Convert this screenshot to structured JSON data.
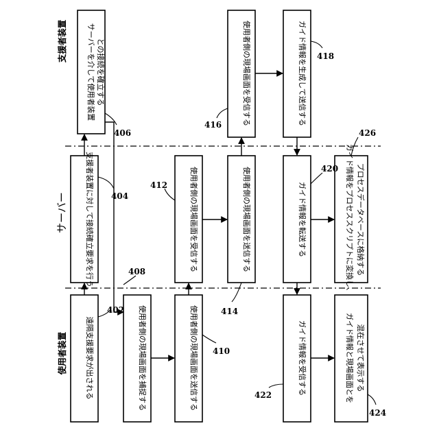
{
  "lanes": {
    "user_device": "使用者装置",
    "server": "サーバー",
    "support_device": "支援者装置"
  },
  "steps": {
    "s402": {
      "ref": "402",
      "line1": "遠隔支援要求が出される",
      "line2": ""
    },
    "s404": {
      "ref": "404",
      "line1": "支援者装置に対して接続確立要求を行う",
      "line2": ""
    },
    "s406": {
      "ref": "406",
      "line1": "サーバーを介して使用者装置",
      "line2": "との接続を確立する"
    },
    "s408": {
      "ref": "408",
      "line1": "使用者側の現場画面を捕捉する",
      "line2": ""
    },
    "s410": {
      "ref": "410",
      "line1": "使用者側の現場画面を送信する",
      "line2": ""
    },
    "s412": {
      "ref": "412",
      "line1": "使用者側の現場画面を受信する",
      "line2": ""
    },
    "s414": {
      "ref": "414",
      "line1": "使用者側の現場画面を送信する",
      "line2": ""
    },
    "s416": {
      "ref": "416",
      "line1": "使用者側の現場画面を受信する",
      "line2": ""
    },
    "s418": {
      "ref": "418",
      "line1": "ガイド情報を生成して送信する",
      "line2": ""
    },
    "s420": {
      "ref": "420",
      "line1": "ガイド情報を転送する",
      "line2": ""
    },
    "s422": {
      "ref": "422",
      "line1": "ガイド情報を受信する",
      "line2": ""
    },
    "s424": {
      "ref": "424",
      "line1": "ガイド情報と現場画面とを",
      "line2": "混在させて表示する"
    },
    "s426": {
      "ref": "426",
      "line1": "ガイド情報をプロセススクリプトに変換し、",
      "line2": "プロセスデータベースに格納する"
    }
  }
}
